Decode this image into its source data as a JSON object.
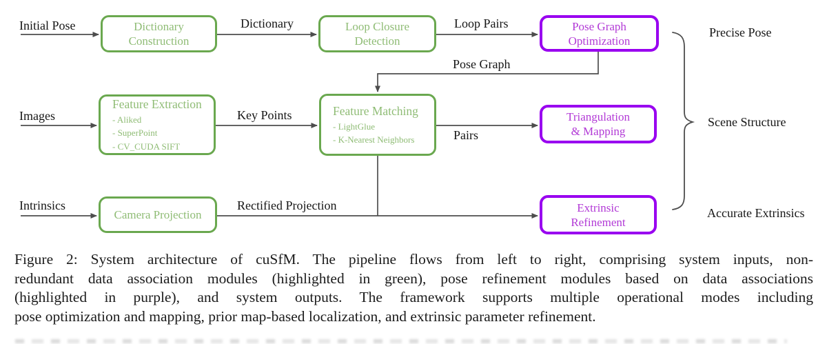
{
  "diagram": {
    "inputs": {
      "initial_pose": "Initial Pose",
      "images": "Images",
      "intrinsics": "Intrinsics"
    },
    "edge_labels": {
      "dictionary": "Dictionary",
      "loop_pairs": "Loop Pairs",
      "pose_graph": "Pose Graph",
      "key_points": "Key Points",
      "pairs": "Pairs",
      "rectified_projection": "Rectified Projection"
    },
    "boxes": {
      "dictionary_construction": {
        "lines": [
          "Dictionary",
          "Construction"
        ]
      },
      "loop_closure_detection": {
        "lines": [
          "Loop Closure",
          "Detection"
        ]
      },
      "pose_graph_optimization": {
        "lines": [
          "Pose Graph",
          "Optimization"
        ]
      },
      "feature_extraction": {
        "title": "Feature Extraction",
        "items": [
          "- Aliked",
          "- SuperPoint",
          "- CV_CUDA SIFT"
        ]
      },
      "feature_matching": {
        "title": "Feature Matching",
        "items": [
          "- LightGlue",
          "- K-Nearest Neighbors"
        ]
      },
      "triangulation_mapping": {
        "lines": [
          "Triangulation",
          "& Mapping"
        ]
      },
      "camera_projection": {
        "lines": [
          "Camera Projection"
        ]
      },
      "extrinsic_refinement": {
        "lines": [
          "Extrinsic",
          "Refinement"
        ]
      }
    },
    "outputs": {
      "precise_pose": "Precise Pose",
      "scene_structure": "Scene Structure",
      "accurate_extrinsics": "Accurate Extrinsics"
    },
    "colors": {
      "green_border": "#6aa84f",
      "green_text": "#8fbc75",
      "purple_border": "#9900f0",
      "purple_text": "#b23ad6",
      "line": "#4d4d4d",
      "label_text": "#151515",
      "caption_text": "#1c1c1c"
    }
  },
  "caption": {
    "lines": [
      "Figure 2: System architecture of cuSfM. The pipeline flows from left to right, comprising system inputs, non-",
      "redundant data association modules (highlighted in green), pose refinement modules based on data associations",
      "(highlighted in purple), and system outputs. The framework supports multiple operational modes including",
      "pose optimization and mapping, prior map-based localization, and extrinsic parameter refinement."
    ]
  }
}
